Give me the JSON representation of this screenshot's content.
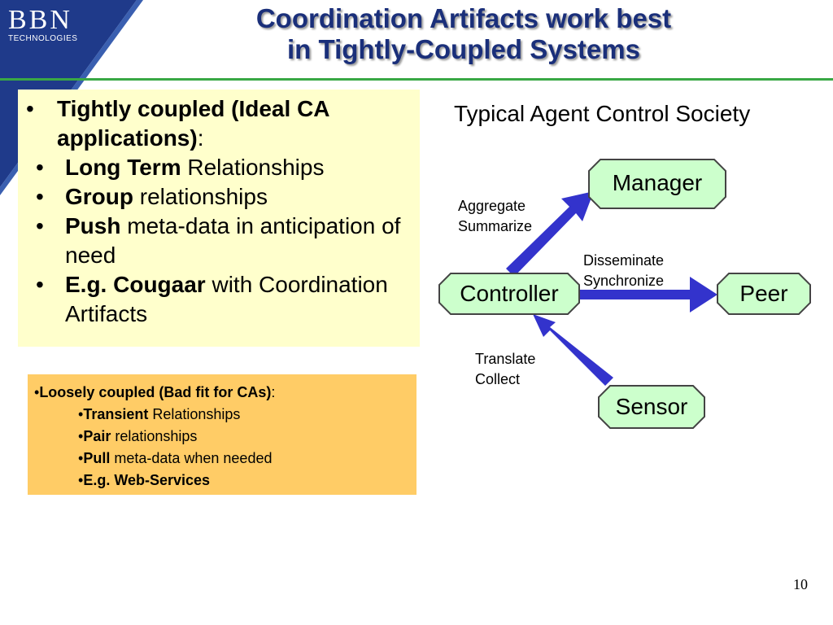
{
  "logo": {
    "main": "BBN",
    "sub": "TECHNOLOGIES"
  },
  "title": {
    "line1": "Coordination Artifacts work best",
    "line2": "in Tightly-Coupled Systems"
  },
  "tight": {
    "heading_bold": "Tightly coupled (Ideal CA applications)",
    "heading_rest": ":",
    "items": [
      {
        "bold": "Long Term",
        "rest": " Relationships"
      },
      {
        "bold": "Group",
        "rest": " relationships"
      },
      {
        "bold": "Push",
        "rest": " meta-data in anticipation of need"
      },
      {
        "bold": "E.g. Cougaar",
        "rest": " with Coordination Artifacts"
      }
    ]
  },
  "loose": {
    "heading_bold": "Loosely coupled (Bad fit for CAs)",
    "heading_rest": ":",
    "items": [
      {
        "bold": "Transient",
        "rest": " Relationships"
      },
      {
        "bold": "Pair",
        "rest": " relationships"
      },
      {
        "bold": "Pull",
        "rest": " meta-data when needed"
      },
      {
        "bold": "E.g. Web-Services",
        "rest": ""
      }
    ]
  },
  "diagram": {
    "title": "Typical Agent Control Society",
    "nodes": {
      "manager": "Manager",
      "controller": "Controller",
      "peer": "Peer",
      "sensor": "Sensor"
    },
    "edges": {
      "to_manager": {
        "line1": "Aggregate",
        "line2": "Summarize"
      },
      "to_peer": {
        "line1": "Disseminate",
        "line2": "Synchronize"
      },
      "from_sensor": {
        "line1": "Translate",
        "line2": "Collect"
      }
    },
    "colors": {
      "arrow": "#3333cc",
      "node_fill": "#ccffcc"
    }
  },
  "page_number": "10",
  "colors": {
    "title": "#1a2f7a",
    "logo_band": "#1f3a8a",
    "rule": "#39a845",
    "tight_box": "#ffffcc",
    "loose_box": "#ffcc66"
  }
}
